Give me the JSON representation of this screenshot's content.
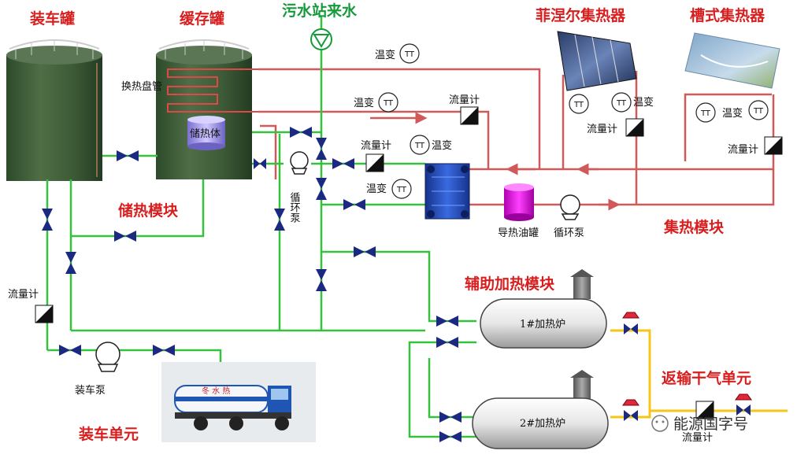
{
  "titles": {
    "loading_tank": "装车罐",
    "buffer_tank": "缓存罐",
    "sewage_inlet": "污水站来水",
    "fresnel_collector": "菲涅尔集热器",
    "trough_collector": "槽式集热器"
  },
  "sections": {
    "storage_module": "储热模块",
    "collector_module": "集热模块",
    "aux_heating_module": "辅助加热模块",
    "return_gas_unit": "返输干气单元",
    "loading_unit": "装车单元"
  },
  "labels": {
    "heat_coil": "换热盘管",
    "heat_storage_body": "储热体",
    "circ_pump_left": "循环泵",
    "circ_pump_right": "循环泵",
    "oil_tank": "导热油罐",
    "loading_pump": "装车泵",
    "heater_1": "1#加热炉",
    "heater_2": "2#加热炉",
    "temp_1": "温变",
    "temp_2": "温变",
    "temp_3": "温变",
    "temp_4": "温变",
    "temp_5": "温变",
    "temp_6": "温变",
    "flow_1": "流量计",
    "flow_2": "流量计",
    "flow_3": "流量计",
    "flow_4": "流量计",
    "flow_5": "流量计",
    "flow_6": "流量计",
    "tt": "TT"
  },
  "truck_text": "冬 水 热",
  "watermark": "能源国字号",
  "colors": {
    "hot_line": "#d05a5a",
    "water_line": "#35c13e",
    "gas_line": "#f5c518",
    "valve": "#1b2a80",
    "title_red": "#d81e1e",
    "sewage_green": "#169a3c"
  }
}
